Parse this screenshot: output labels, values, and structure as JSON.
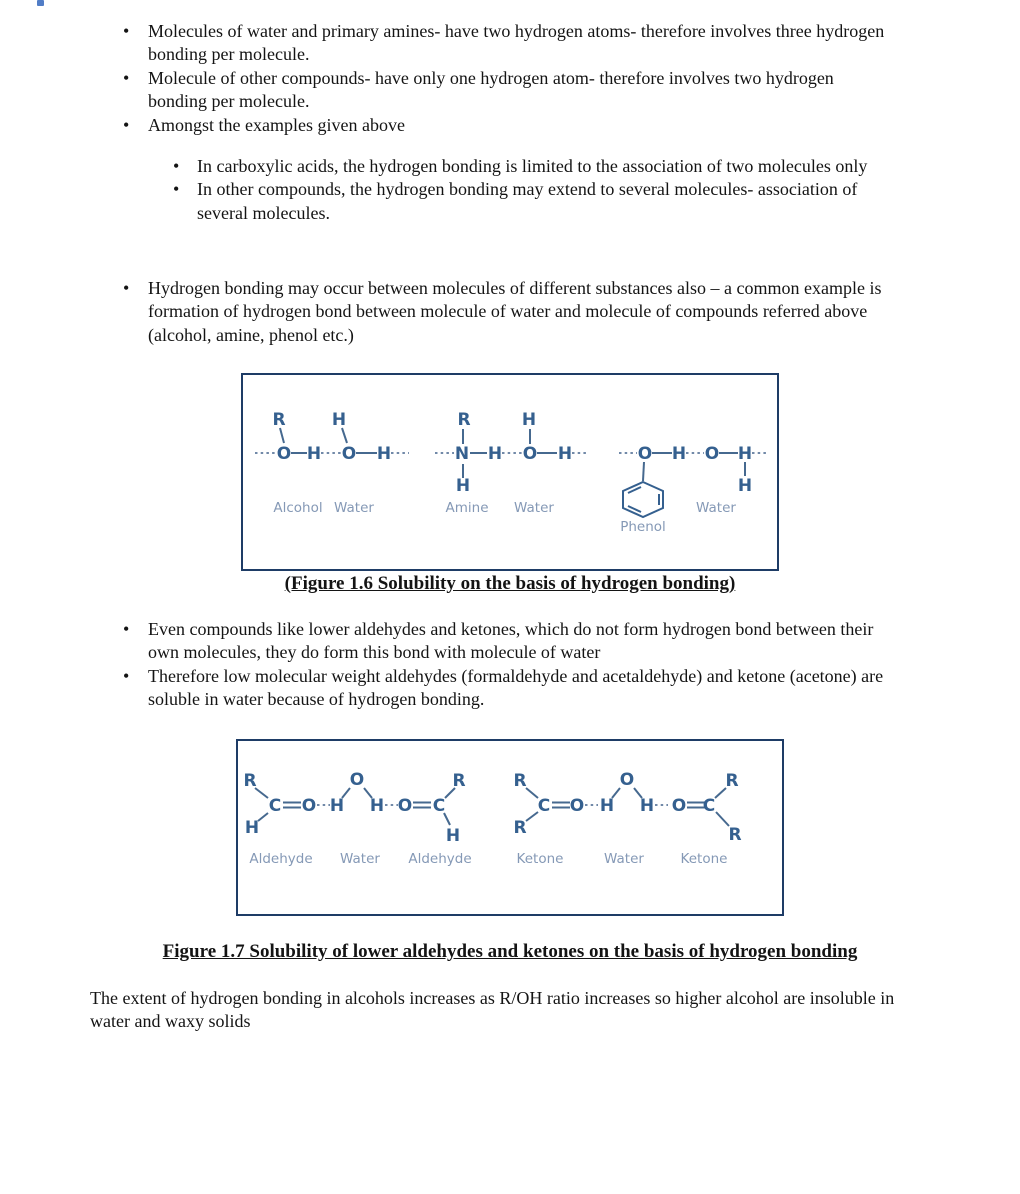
{
  "content": {
    "bullets_primary": [
      "Molecules of water and primary amines- have two hydrogen atoms- therefore involves three hydrogen bonding per molecule.",
      "Molecule of other compounds- have only one hydrogen atom- therefore involves two hydrogen bonding per molecule.",
      "Amongst the examples given above"
    ],
    "bullets_secondary": [
      "In carboxylic acids, the hydrogen bonding is limited to the association of two molecules only",
      "In other compounds, the hydrogen bonding may extend to several molecules- association of several molecules."
    ],
    "bullet_different_substances": "Hydrogen bonding may occur between molecules of different substances also – a common example is formation of hydrogen bond between molecule of water and molecule of compounds referred above (alcohol, amine, phenol etc.)",
    "bullets_aldehydes": [
      "Even compounds like lower aldehydes and ketones, which do not form hydrogen bond between their own molecules, they do form this bond with molecule of water",
      "Therefore low molecular weight aldehydes (formaldehyde and acetaldehyde) and ketone (acetone) are soluble in water because of hydrogen bonding."
    ],
    "closing_paragraph": "The extent of hydrogen bonding in alcohols increases as R/OH ratio increases so higher alcohol are insoluble in water and waxy solids"
  },
  "figure16": {
    "caption": "(Figure 1.6 Solubility on the basis of hydrogen bonding)",
    "colors": {
      "border": "#1e3c66",
      "structure": "#35608f",
      "hydrogen_bond": "#7189a8",
      "molecule_label": "#8599b6"
    },
    "groups": [
      {
        "label1": "Alcohol",
        "label2": "Water",
        "atoms": {
          "r": "R",
          "h_top": "H",
          "o1": "O",
          "h1": "H",
          "o2": "O",
          "h2": "H"
        }
      },
      {
        "label1": "Amine",
        "label2": "Water",
        "atoms": {
          "r": "R",
          "n": "N",
          "h_bottom": "H",
          "h1": "H",
          "o": "O",
          "h_top": "H",
          "h2": "H"
        }
      },
      {
        "label1": "Phenol",
        "label2": "Water",
        "atoms": {
          "o1": "O",
          "h1": "H",
          "o2": "O",
          "h2": "H",
          "h_bottom": "H"
        }
      }
    ]
  },
  "figure17": {
    "caption": "Figure 1.7 Solubility of lower aldehydes and ketones on the basis of hydrogen bonding",
    "colors": {
      "border": "#1e3c66",
      "structure": "#35608f",
      "hydrogen_bond": "#7189a8",
      "molecule_label": "#8599b6"
    },
    "groups": [
      {
        "label1": "Aldehyde",
        "label2": "Water",
        "label3": "Aldehyde",
        "atoms": {
          "r_top_left": "R",
          "h_bottom_left": "H",
          "c1": "C",
          "o1": "O",
          "h1": "H",
          "o_water": "O",
          "h2": "H",
          "o2": "O",
          "c2": "C",
          "r_top_right": "R",
          "h_bottom_right": "H"
        }
      },
      {
        "label1": "Ketone",
        "label2": "Water",
        "label3": "Ketone",
        "atoms": {
          "r_top_left": "R",
          "r_bottom_left": "R",
          "c1": "C",
          "o1": "O",
          "h1": "H",
          "o_water": "O",
          "h2": "H",
          "o2": "O",
          "c2": "C",
          "r_top_right": "R",
          "r_bottom_right": "R"
        }
      }
    ]
  }
}
